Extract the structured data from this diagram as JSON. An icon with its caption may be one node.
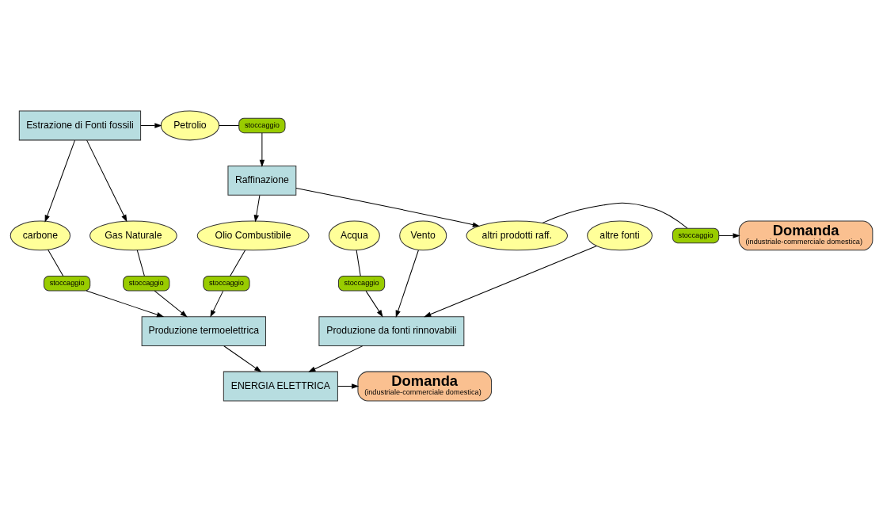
{
  "diagram": {
    "nodes": [
      {
        "text": [
          "Estrazione di Fonti fossili"
        ]
      },
      {
        "text": [
          "Petrolio"
        ]
      },
      {
        "text": [
          "stoccaggio"
        ]
      },
      {
        "text": [
          "Raffinazione"
        ]
      },
      {
        "text": [
          "carbone"
        ]
      },
      {
        "text": [
          "Gas Naturale"
        ]
      },
      {
        "text": [
          "Olio Combustibile"
        ]
      },
      {
        "text": [
          "altri prodotti raff."
        ]
      },
      {
        "text": [
          "stoccaggio"
        ]
      },
      {
        "text": [
          "Domanda",
          "(industriale-commerciale domestica)"
        ]
      },
      {
        "text": [
          "stoccaggio"
        ]
      },
      {
        "text": [
          "stoccaggio"
        ]
      },
      {
        "text": [
          "stoccaggio"
        ]
      },
      {
        "text": [
          "Produzione termoelettrica"
        ]
      },
      {
        "text": [
          "ENERGIA ELETTRICA"
        ]
      },
      {
        "text": [
          "Domanda",
          "(industriale-commerciale domestica)"
        ]
      },
      {
        "text": [
          "Produzione da fonti rinnovabili"
        ]
      },
      {
        "text": [
          "stoccaggio"
        ]
      },
      {
        "text": [
          "Acqua"
        ]
      },
      {
        "text": [
          "Vento"
        ]
      },
      {
        "text": [
          "altre fonti"
        ]
      }
    ],
    "edges": [
      {
        "from": 0,
        "to": 1,
        "arrow": "to"
      },
      {
        "from": 0,
        "to": 4,
        "arrow": "to"
      },
      {
        "from": 0,
        "to": 5,
        "arrow": "to"
      },
      {
        "from": 1,
        "to": 2,
        "arrow": "none"
      },
      {
        "from": 2,
        "to": 3,
        "arrow": "to"
      },
      {
        "from": 3,
        "to": 6,
        "arrow": "to"
      },
      {
        "from": 3,
        "to": 7,
        "arrow": "to"
      },
      {
        "from": 7,
        "to": 8,
        "arrow": "none"
      },
      {
        "from": 8,
        "to": 9,
        "arrow": "to"
      },
      {
        "from": 4,
        "to": 10,
        "arrow": "none"
      },
      {
        "from": 5,
        "to": 11,
        "arrow": "none"
      },
      {
        "from": 6,
        "to": 12,
        "arrow": "none"
      },
      {
        "from": 10,
        "to": 13,
        "arrow": "to"
      },
      {
        "from": 11,
        "to": 13,
        "arrow": "to"
      },
      {
        "from": 12,
        "to": 13,
        "arrow": "to"
      },
      {
        "from": 13,
        "to": 14,
        "arrow": "to"
      },
      {
        "from": 16,
        "to": 14,
        "arrow": "to"
      },
      {
        "from": 14,
        "to": 15,
        "arrow": "to"
      },
      {
        "from": 18,
        "to": 17,
        "arrow": "none"
      },
      {
        "from": 17,
        "to": 16,
        "arrow": "to"
      },
      {
        "from": 19,
        "to": 16,
        "arrow": "to"
      },
      {
        "from": 20,
        "to": 16,
        "arrow": "to"
      }
    ]
  }
}
